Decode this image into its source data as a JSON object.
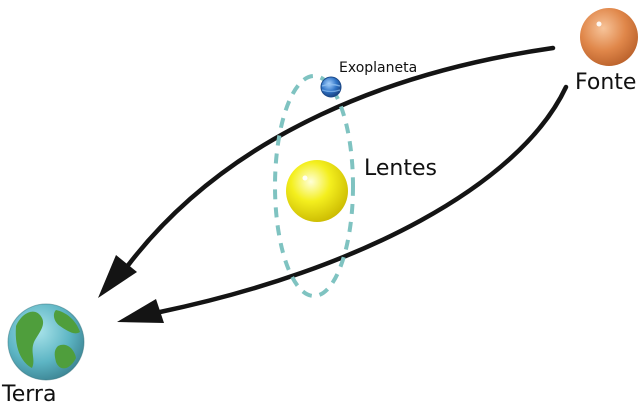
{
  "labels": {
    "source": "Fonte",
    "lens": "Lentes",
    "exoplanet": "Exoplaneta",
    "observer": "Terra"
  },
  "colors": {
    "arrow": "#141414",
    "orbit": "#7fc3c1",
    "source_body": "#e0874a",
    "lens_body": "#f2ec12",
    "exoplanet_body": "#2f73c6",
    "earth_ocean": "#5db5c4",
    "earth_land": "#4f9e3c"
  },
  "icons": {
    "source": "star-icon",
    "lens": "lens-star-icon",
    "exoplanet": "exoplanet-icon",
    "observer": "earth-icon"
  }
}
